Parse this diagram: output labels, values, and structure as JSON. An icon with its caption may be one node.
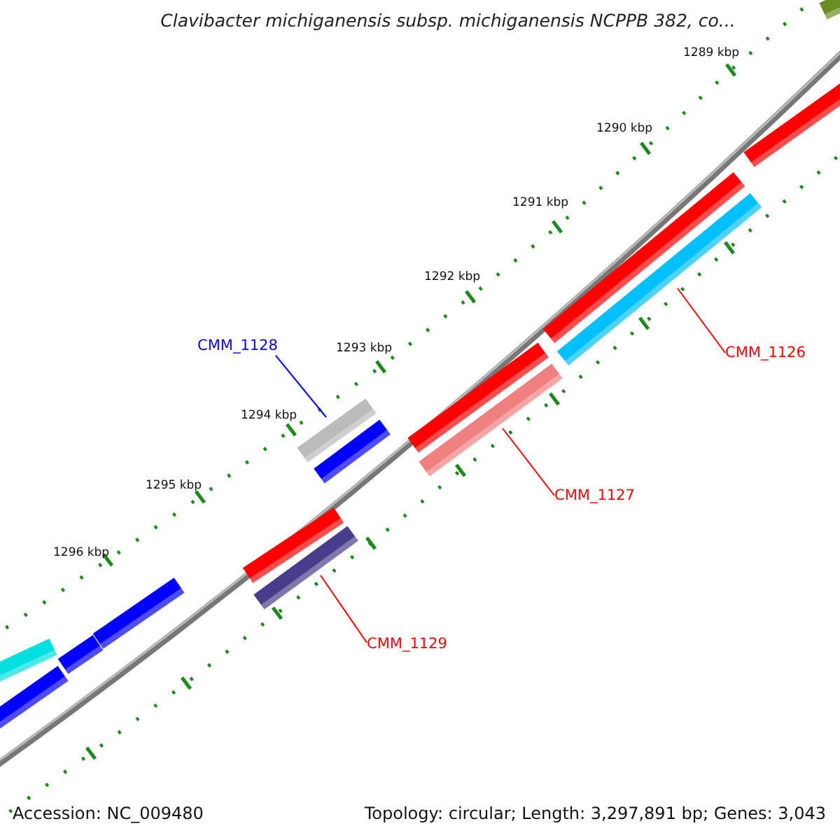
{
  "diagram": {
    "title": "Clavibacter michiganensis subsp. michiganensis NCPPB 382, co...",
    "nodes": [
      {
        "text": [
          "CMM_1128"
        ]
      },
      {
        "text": [
          "CMM_1126"
        ]
      },
      {
        "text": [
          "CMM_1127"
        ]
      },
      {
        "text": [
          "CMM_1129"
        ]
      },
      {
        "text": [],
        "shape": "bar"
      },
      {
        "text": [],
        "shape": "bar"
      },
      {
        "text": [],
        "shape": "bar"
      },
      {
        "text": [],
        "shape": "bar"
      }
    ],
    "edges": [
      {
        "from": 0,
        "to": 4,
        "arrow": "none",
        "color": "#0000ff"
      },
      {
        "from": 1,
        "to": 5,
        "arrow": "none"
      },
      {
        "from": 2,
        "to": 6,
        "arrow": "none"
      },
      {
        "from": 3,
        "to": 7,
        "arrow": "none"
      }
    ],
    "labels": [
      "1289 kbp",
      "1290 kbp",
      "1291 kbp",
      "1292 kbp",
      "1293 kbp",
      "1294 kbp",
      "1295 kbp",
      "1296 kbp",
      "Accession: NC_009480",
      "Topology: circular; Length: 3,297,891 bp; Genes: 3,043"
    ]
  }
}
